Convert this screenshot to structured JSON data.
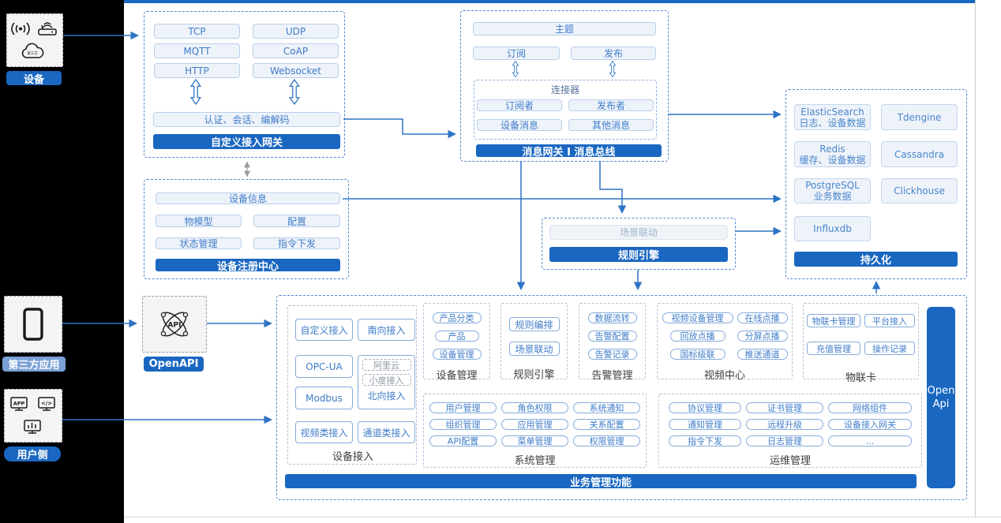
{
  "colors": {
    "accent_blue": "#1A67C1",
    "arrow_blue": "#2E74C5",
    "button_text_blue": "#3F7CC9",
    "light_button_bg": "#EEF3FA",
    "third_party_label_bg": "#7AA1D6",
    "left_rail_bg": "#000000"
  },
  "device_panel": {
    "label": "设备"
  },
  "third_party_panel": {
    "label": "第三方应用"
  },
  "user_panel": {
    "label": "用户侧"
  },
  "openapi": {
    "label": "OpenAPI"
  },
  "gateway": {
    "protocols": [
      "TCP",
      "UDP",
      "MQTT",
      "CoAP",
      "HTTP",
      "Websocket"
    ],
    "auth": "认证、会话、编解码",
    "title": "自定义接入网关"
  },
  "msgbus": {
    "topic": "主题",
    "subscribe": "订阅",
    "publish": "发布",
    "connector_title": "连接器",
    "connector_items": [
      "订阅者",
      "发布者",
      "设备消息",
      "其他消息"
    ],
    "title": "消息网关 I 消息总线"
  },
  "registry": {
    "rows": [
      "设备信息",
      "物模型",
      "配置",
      "状态管理",
      "指令下发"
    ],
    "title": "设备注册中心"
  },
  "rule_engine": {
    "scene": "场景联动",
    "title": "规则引擎"
  },
  "persistence": {
    "stores": [
      {
        "name": "ElasticSearch",
        "desc": "日志、设备数据"
      },
      {
        "name": "Tdengine",
        "desc": ""
      },
      {
        "name": "Redis",
        "desc": "缓存、设备数据"
      },
      {
        "name": "Cassandra",
        "desc": ""
      },
      {
        "name": "PostgreSQL",
        "desc": "业务数据"
      },
      {
        "name": "Clickhouse",
        "desc": ""
      },
      {
        "name": "Influxdb",
        "desc": ""
      }
    ],
    "title": "持久化"
  },
  "business": {
    "open_api": "Open Api",
    "footer": "业务管理功能",
    "device_access": {
      "label": "设备接入",
      "items": [
        "自定义接入",
        "南向接入",
        "OPC-UA",
        "Modbus",
        "视频类接入",
        "通道类接入"
      ],
      "north_group": {
        "items": [
          "阿里云",
          "小度接入"
        ],
        "label": "北向接入"
      }
    },
    "device_mgmt": {
      "label": "设备管理",
      "items": [
        "产品分类",
        "产品",
        "设备管理"
      ]
    },
    "rule_engine": {
      "label": "规则引擎",
      "items": [
        "规则编排",
        "场景联动"
      ]
    },
    "alarm": {
      "label": "告警管理",
      "items": [
        "数据流转",
        "告警配置",
        "告警记录"
      ]
    },
    "video": {
      "label": "视频中心",
      "items": [
        "视频设备管理",
        "在线点播",
        "回放点播",
        "分屏点播",
        "国标级联",
        "推送通道"
      ]
    },
    "iot_card": {
      "label": "物联卡",
      "items": [
        "物联卡管理",
        "平台接入",
        "充值管理",
        "操作记录"
      ]
    },
    "system": {
      "label": "系统管理",
      "items": [
        "用户管理",
        "角色权限",
        "系统通知",
        "组织管理",
        "应用管理",
        "关系配置",
        "API配置",
        "菜单管理",
        "权限管理"
      ]
    },
    "ops": {
      "label": "运维管理",
      "items": [
        "协议管理",
        "证书管理",
        "网络组件",
        "通知管理",
        "远程升级",
        "设备接入网关",
        "指令下发",
        "日志管理",
        "..."
      ]
    }
  }
}
